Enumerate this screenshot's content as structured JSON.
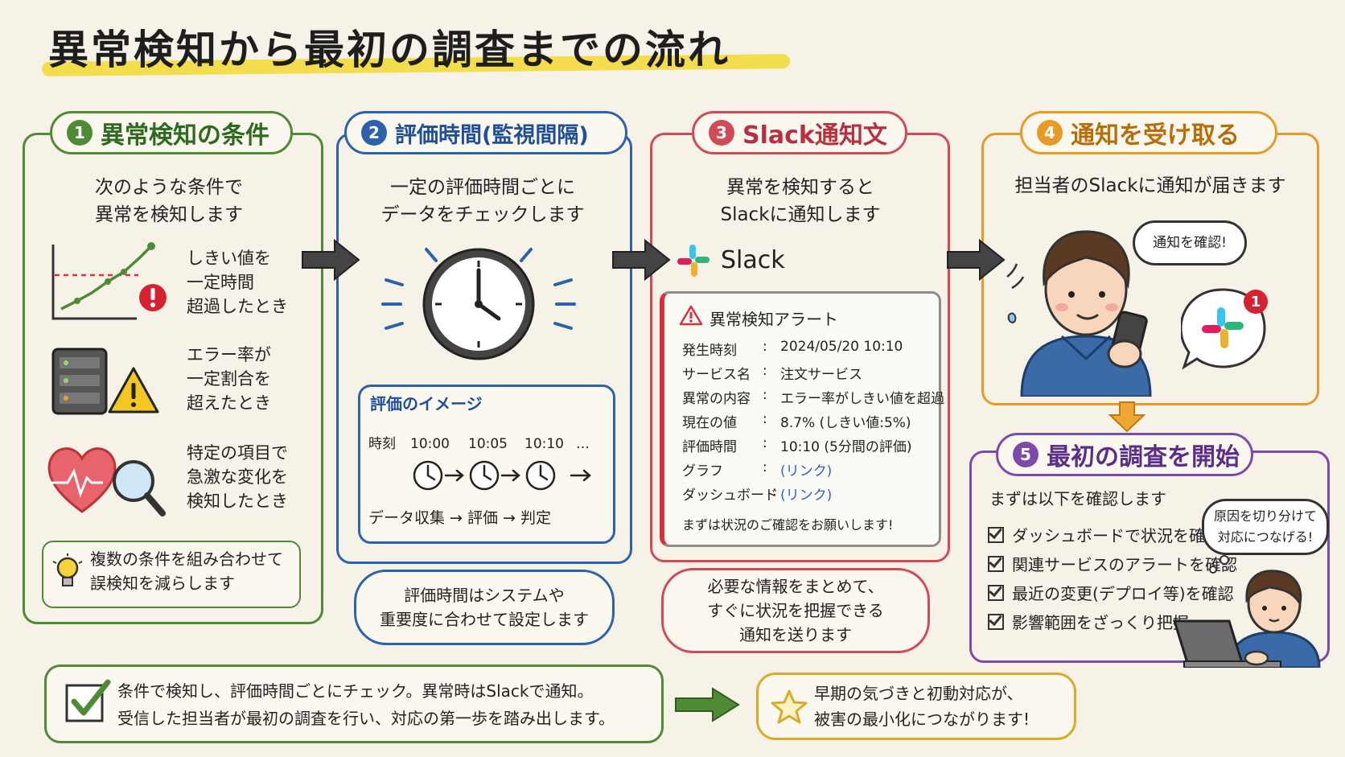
{
  "title": "異常検知から最初の調査までの流れ",
  "colors": {
    "green": "#4f8a35",
    "blue": "#2c62ad",
    "red": "#d04a57",
    "orange": "#e79a24",
    "purple": "#7c4aab",
    "highlight": "#f4da3c"
  },
  "step1": {
    "num": "1",
    "title": "異常検知の条件",
    "intro": "次のような条件で\n異常を検知します",
    "items": [
      {
        "icon": "line-chart-alert-icon",
        "text": "しきい値を\n一定時間\n超過したとき"
      },
      {
        "icon": "server-warning-icon",
        "text": "エラー率が\n一定割合を\n超えたとき"
      },
      {
        "icon": "heart-magnifier-icon",
        "text": "特定の項目で\n急激な変化を\n検知したとき"
      }
    ],
    "tip": "複数の条件を組み合わせて\n誤検知を減らします",
    "tip_icon": "lightbulb-icon"
  },
  "step2": {
    "num": "2",
    "title": "評価時間(監視間隔)",
    "intro": "一定の評価時間ごとに\nデータをチェックします",
    "card_title": "評価のイメージ",
    "timeline_label": "時刻",
    "times": [
      "10:00",
      "10:05",
      "10:10",
      "…"
    ],
    "flow": "データ収集 → 評価 → 判定",
    "note": "評価時間はシステムや\n重要度に合わせて設定します"
  },
  "step3": {
    "num": "3",
    "title": "Slack通知文",
    "intro": "異常を検知すると\nSlackに通知します",
    "slack_label": "Slack",
    "alert": {
      "title": "異常検知アラート",
      "rows": [
        {
          "label": "発生時刻",
          "value": "2024/05/20 10:10"
        },
        {
          "label": "サービス名",
          "value": "注文サービス"
        },
        {
          "label": "異常の内容",
          "value": "エラー率がしきい値を超過"
        },
        {
          "label": "現在の値",
          "value": "8.7% (しきい値:5%)"
        },
        {
          "label": "評価時間",
          "value": "10:10 (5分間の評価)"
        },
        {
          "label": "グラフ",
          "value": "(リンク)"
        },
        {
          "label": "ダッシュボード",
          "value": "(リンク)"
        }
      ],
      "footer": "まずは状況のご確認をお願いします!"
    },
    "note": "必要な情報をまとめて、\nすぐに状況を把握できる\n通知を送ります"
  },
  "step4": {
    "num": "4",
    "title": "通知を受け取る",
    "intro": "担当者のSlackに通知が届きます",
    "speech": "通知を確認!",
    "badge": "1"
  },
  "step5": {
    "num": "5",
    "title": "最初の調査を開始",
    "intro": "まずは以下を確認します",
    "checks": [
      "ダッシュボードで状況を確認",
      "関連サービスのアラートを確認",
      "最近の変更(デプロイ等)を確認",
      "影響範囲をざっくり把握"
    ],
    "thought": "原因を切り分けて\n対応につなげる!"
  },
  "summary": {
    "text": "条件で検知し、評価時間ごとにチェック。異常時はSlackで通知。\n受信した担当者が最初の調査を行い、対応の第一歩を踏み出します。",
    "result": "早期の気づきと初動対応が、\n被害の最小化につながります!"
  }
}
